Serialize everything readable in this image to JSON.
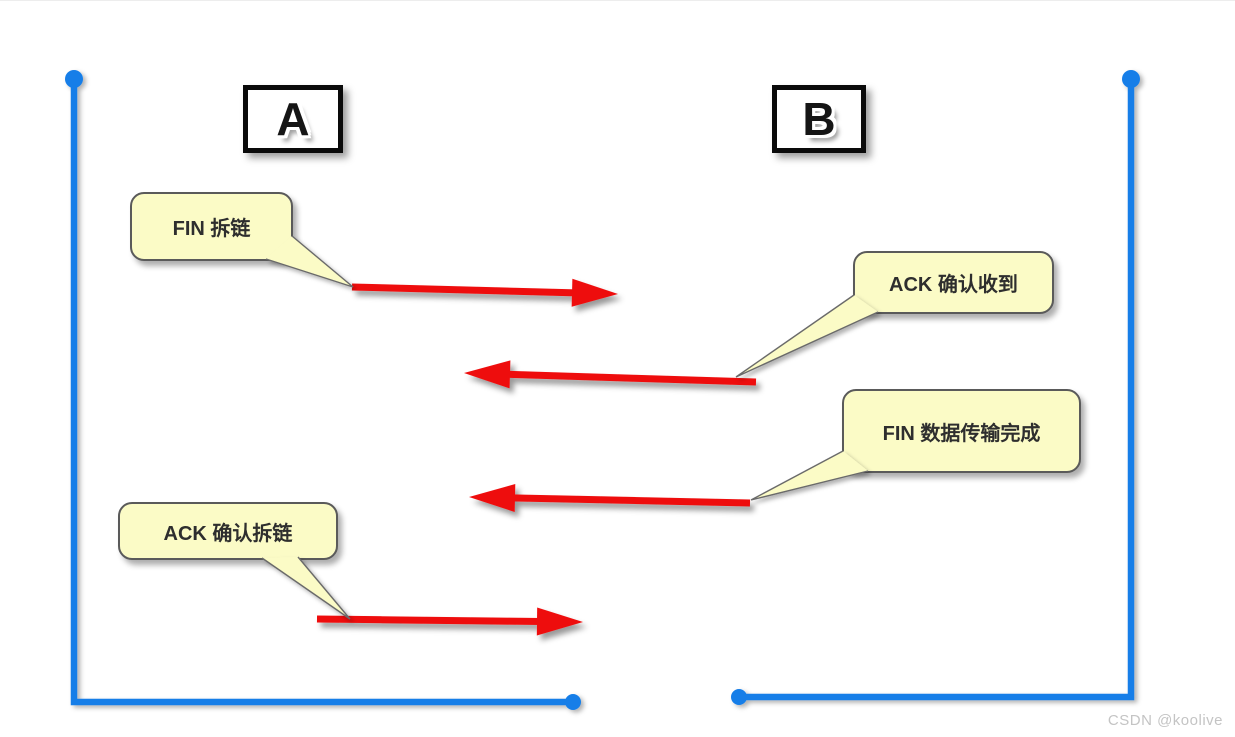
{
  "nodes": {
    "a": "A",
    "b": "B"
  },
  "callouts": [
    {
      "id": "fin-teardown",
      "label": "FIN 拆链"
    },
    {
      "id": "ack-received",
      "label": "ACK 确认收到"
    },
    {
      "id": "fin-complete",
      "label": "FIN 数据传输完成"
    },
    {
      "id": "ack-teardown",
      "label": "ACK 确认拆链"
    }
  ],
  "messages": [
    {
      "from": "A",
      "to": "B",
      "label": "FIN 拆链"
    },
    {
      "from": "B",
      "to": "A",
      "label": "ACK 确认收到"
    },
    {
      "from": "B",
      "to": "A",
      "label": "FIN 数据传输完成"
    },
    {
      "from": "A",
      "to": "B",
      "label": "ACK 确认拆链"
    }
  ],
  "watermark": "CSDN @koolive",
  "colors": {
    "lifeline": "#157EE8",
    "arrow": "#EE0F0F",
    "callout_fill": "#FBFBC6",
    "callout_border": "#5A5A5A"
  }
}
